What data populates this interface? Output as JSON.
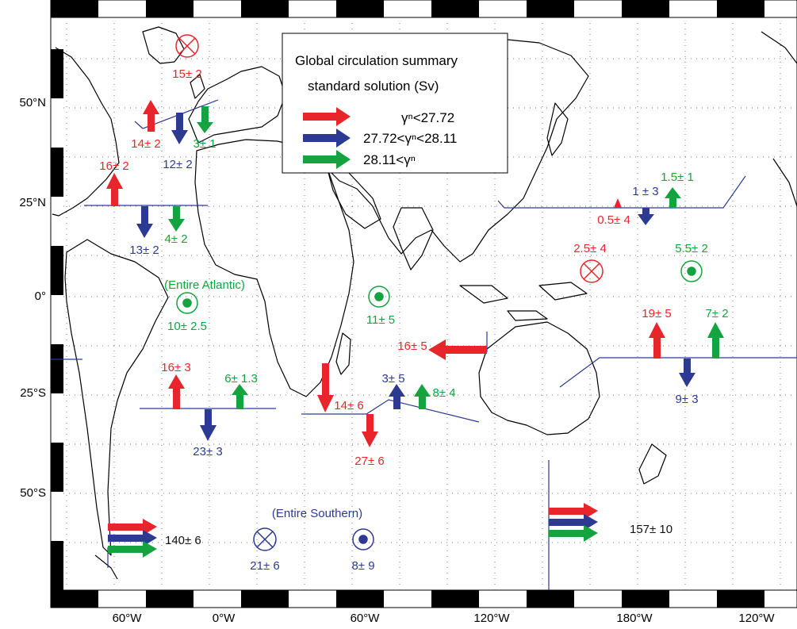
{
  "legend": {
    "title": "Global circulation summary",
    "subtitle": "standard solution (Sv)",
    "entries": [
      {
        "label": "γⁿ<27.72",
        "color": "#e8252b"
      },
      {
        "label": "27.72<γⁿ<28.11",
        "color": "#2c3a92"
      },
      {
        "label": "28.11<γⁿ",
        "color": "#14a33e"
      }
    ]
  },
  "colors": {
    "red": "#e8252b",
    "blue": "#2c3a92",
    "green": "#14a33e",
    "line": "#2c3a92",
    "coast": "#000000"
  },
  "axis": {
    "x_ticks": [
      "60°W",
      "0°W",
      "60°W",
      "120°W",
      "180°W",
      "120°W"
    ],
    "y_ticks": [
      "50°N",
      "25°N",
      "0°",
      "25°S",
      "50°S"
    ]
  },
  "regions": {
    "entire_atlantic": "(Entire Atlantic)",
    "entire_southern": "(Entire Southern)"
  },
  "transports": [
    {
      "label": "15± 2",
      "color": "red"
    },
    {
      "label": "14± 2",
      "color": "red"
    },
    {
      "label": "12± 2",
      "color": "blue"
    },
    {
      "label": "3± 1",
      "color": "green"
    },
    {
      "label": "16± 2",
      "color": "red"
    },
    {
      "label": "13± 2",
      "color": "blue"
    },
    {
      "label": "4± 2",
      "color": "green"
    },
    {
      "label": "10± 2.5",
      "color": "green"
    },
    {
      "label": "11± 5",
      "color": "green"
    },
    {
      "label": "16± 3",
      "color": "red"
    },
    {
      "label": "6± 1.3",
      "color": "green"
    },
    {
      "label": "23± 3",
      "color": "blue"
    },
    {
      "label": "16± 5",
      "color": "red"
    },
    {
      "label": "14± 6",
      "color": "red"
    },
    {
      "label": "3± 5",
      "color": "blue"
    },
    {
      "label": "8± 4",
      "color": "green"
    },
    {
      "label": "27± 6",
      "color": "red"
    },
    {
      "label": "1.5± 1",
      "color": "green"
    },
    {
      "label": "1  ± 3",
      "color": "blue"
    },
    {
      "label": "0.5± 4",
      "color": "red"
    },
    {
      "label": "2.5± 4",
      "color": "red"
    },
    {
      "label": "5.5± 2",
      "color": "green"
    },
    {
      "label": "19± 5",
      "color": "red"
    },
    {
      "label": "7± 2",
      "color": "green"
    },
    {
      "label": "9± 3",
      "color": "blue"
    },
    {
      "label": "140± 6",
      "color": "black"
    },
    {
      "label": "21± 6",
      "color": "blue"
    },
    {
      "label": "8± 9",
      "color": "blue"
    },
    {
      "label": "157± 10",
      "color": "black"
    }
  ]
}
